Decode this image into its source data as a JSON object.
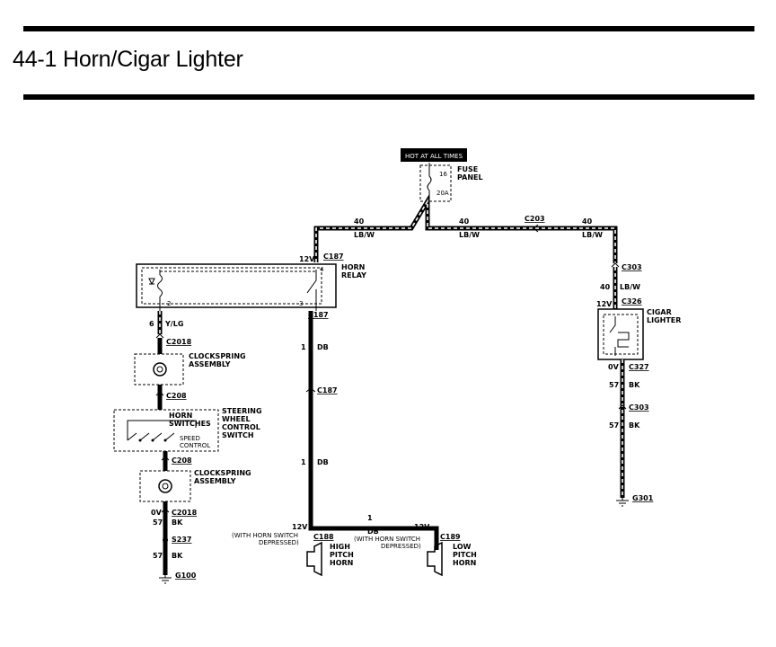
{
  "page": {
    "title": "44-1 Horn/Cigar Lighter"
  },
  "power": {
    "label": "HOT AT ALL TIMES"
  },
  "fuse": {
    "name_line1": "FUSE",
    "name_line2": "PANEL",
    "number": "16",
    "rating": "20A"
  },
  "wires": {
    "w40": "40",
    "lbw": "LB/W",
    "w6": "6",
    "ylg": "Y/LG",
    "w1": "1",
    "db": "DB",
    "w57": "57",
    "bk": "BK"
  },
  "connectors": {
    "c203": "C203",
    "c303": "C303",
    "c326": "C326",
    "c327": "C327",
    "c187": "C187",
    "c2018": "C2018",
    "c208": "C208",
    "c188": "C188",
    "c189": "C189",
    "s237": "S237",
    "g100": "G100",
    "g301": "G301"
  },
  "voltages": {
    "v12": "12V",
    "v0": "0V"
  },
  "components": {
    "horn_relay": {
      "line1": "HORN",
      "line2": "RELAY",
      "pin4": "4",
      "pin2": "2",
      "pin3": "3"
    },
    "cigar_lighter": {
      "line1": "CIGAR",
      "line2": "LIGHTER"
    },
    "clockspring": {
      "line1": "CLOCKSPRING",
      "line2": "ASSEMBLY"
    },
    "horn_switches": {
      "line1": "HORN",
      "line2": "SWITCHES",
      "speed1": "SPEED",
      "speed2": "CONTROL"
    },
    "steering": {
      "line1": "STEERING",
      "line2": "WHEEL",
      "line3": "CONTROL",
      "line4": "SWITCH"
    },
    "high_horn": {
      "line1": "HIGH",
      "line2": "PITCH",
      "line3": "HORN"
    },
    "low_horn": {
      "line1": "LOW",
      "line2": "PITCH",
      "line3": "HORN"
    },
    "condition": {
      "line1": "(WITH HORN SWITCH",
      "line2": "DEPRESSED)"
    }
  }
}
